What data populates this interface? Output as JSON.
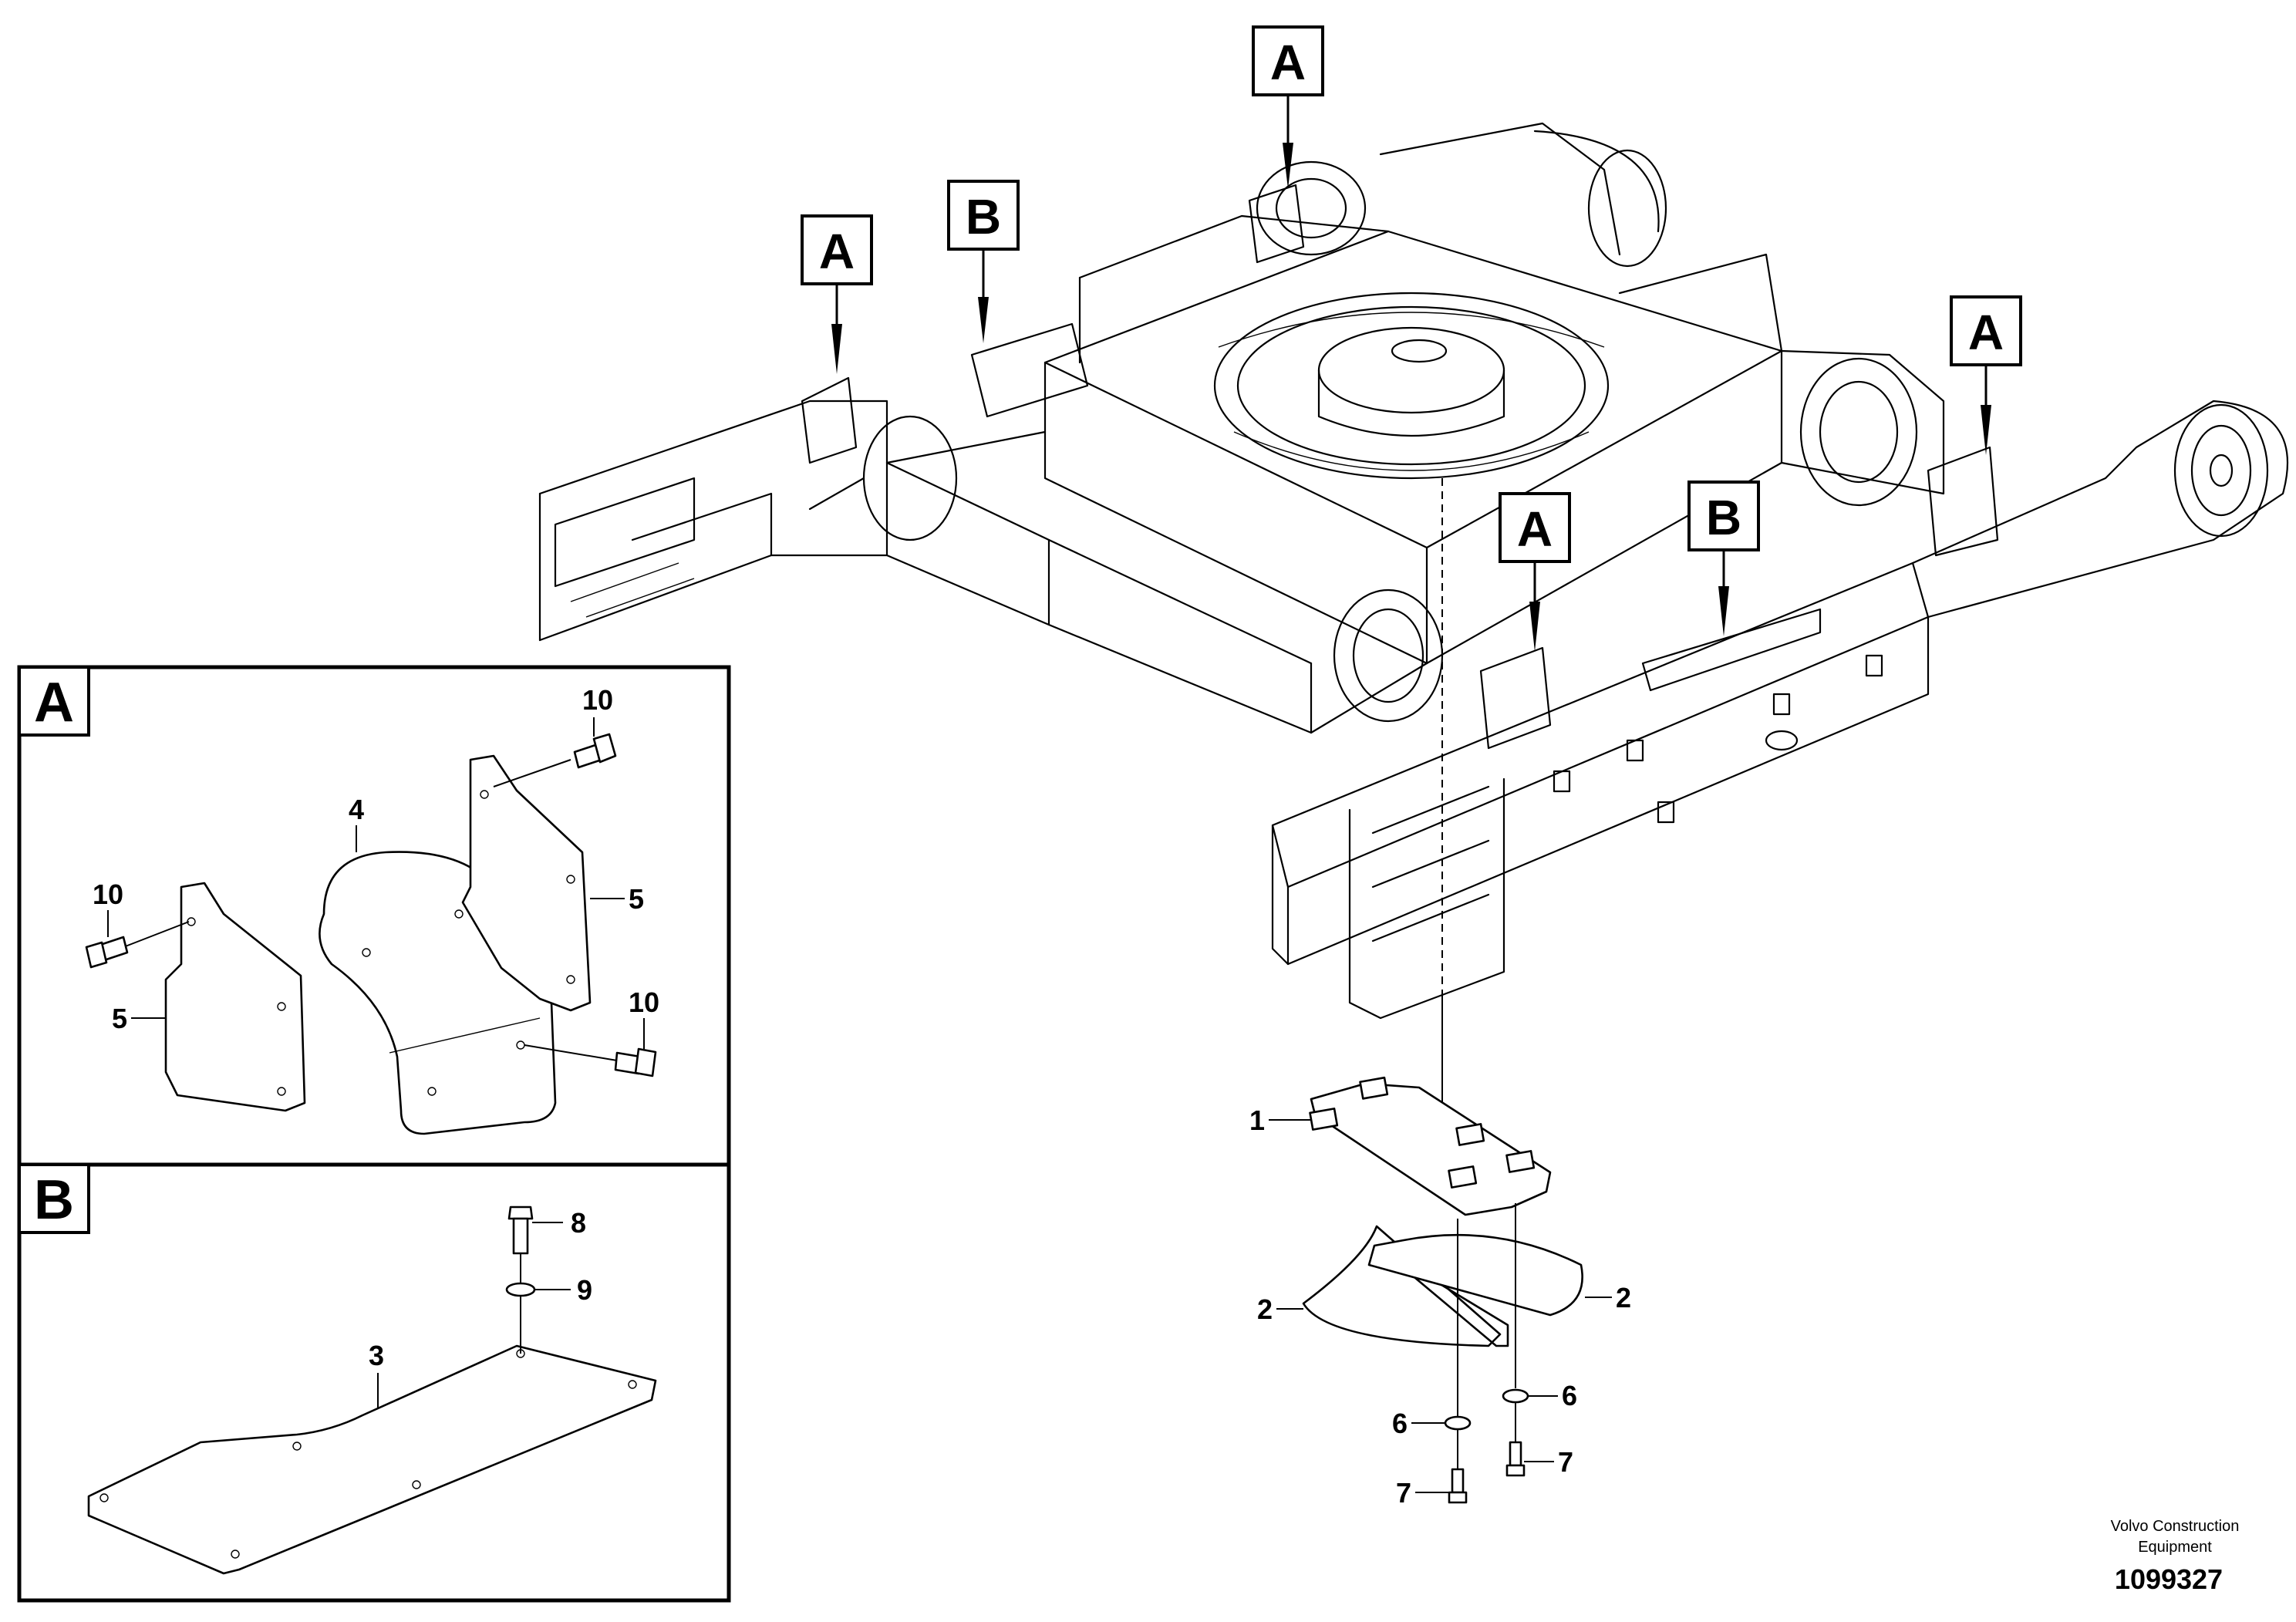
{
  "view_labels": {
    "a": "A",
    "b": "B"
  },
  "panels": {
    "a_title": "A",
    "b_title": "B"
  },
  "part_numbers": {
    "p1": "1",
    "p2": "2",
    "p3": "3",
    "p4": "4",
    "p5": "5",
    "p6": "6",
    "p7": "7",
    "p8": "8",
    "p9": "9",
    "p10": "10"
  },
  "footer": {
    "brand_line1": "Volvo Construction",
    "brand_line2": "Equipment",
    "figure_number": "1099327"
  }
}
